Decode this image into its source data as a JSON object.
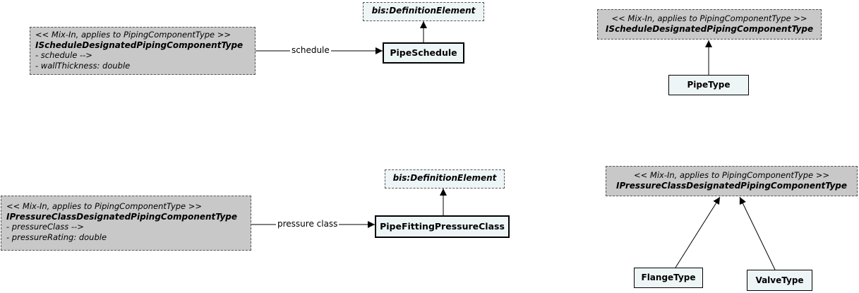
{
  "mixins": {
    "schedule": {
      "stereotype": "<< Mix-In, applies to PipingComponentType >>",
      "name": "IScheduleDesignatedPipingComponentType",
      "attrs": [
        "- schedule -->",
        "- wallThickness: double"
      ]
    },
    "pressure": {
      "stereotype": "<< Mix-In, applies to PipingComponentType >>",
      "name": "IPressureClassDesignatedPipingComponentType",
      "attrs": [
        "- pressureClass -->",
        "- pressureRating: double"
      ]
    },
    "schedule_right": {
      "stereotype": "<< Mix-In, applies to PipingComponentType >>",
      "name": "IScheduleDesignatedPipingComponentType"
    },
    "pressure_right": {
      "stereotype": "<< Mix-In, applies to PipingComponentType >>",
      "name": "IPressureClassDesignatedPipingComponentType"
    }
  },
  "abstracts": {
    "top": "bis:DefinitionElement",
    "bottom": "bis:DefinitionElement"
  },
  "classes": {
    "pipe_schedule": "PipeSchedule",
    "pipe_fitting_pressure_class": "PipeFittingPressureClass",
    "pipe_type": "PipeType",
    "flange_type": "FlangeType",
    "valve_type": "ValveType"
  },
  "edges": {
    "schedule": "schedule",
    "pressure_class": "pressure class"
  }
}
